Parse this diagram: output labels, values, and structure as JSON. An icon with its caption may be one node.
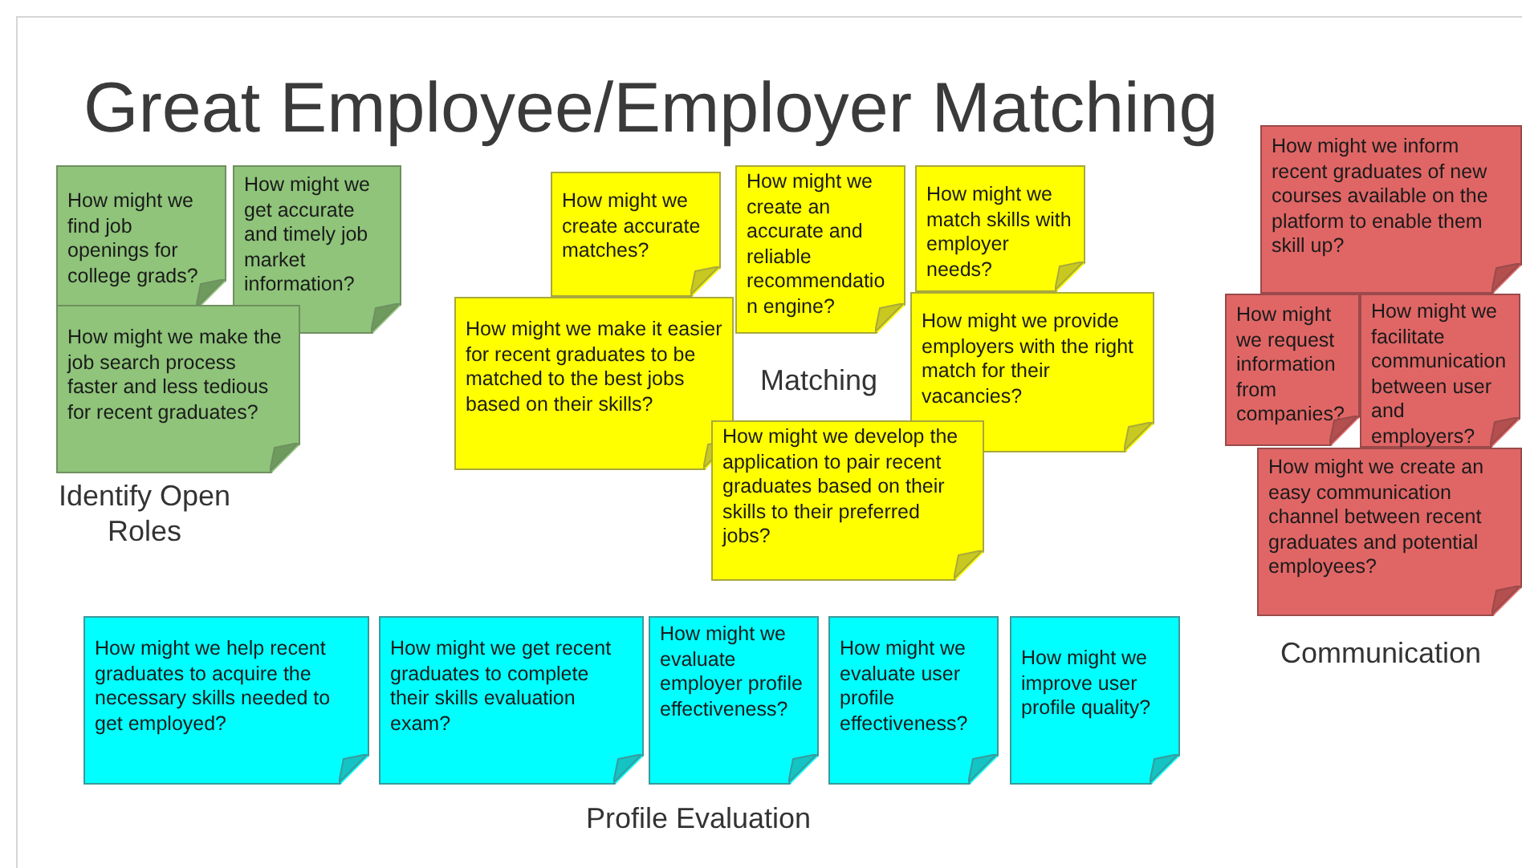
{
  "diagram": {
    "title": "Great Employee/Employer Matching",
    "nodes": [
      {
        "text": [
          "How might we find job openings for college grads?"
        ]
      },
      {
        "text": [
          "How might we get accurate and timely job market information?"
        ]
      },
      {
        "text": [
          "How might we make the job search process faster and less tedious for recent graduates?"
        ]
      },
      {
        "text": [
          "How might we create accurate matches?"
        ]
      },
      {
        "text": [
          "How might we create an accurate and reliable recommendation engine?"
        ]
      },
      {
        "text": [
          "How might we match skills with employer needs?"
        ]
      },
      {
        "text": [
          "How might we make it easier for recent graduates to be matched to the best jobs based on their skills?"
        ]
      },
      {
        "text": [
          "How might we provide employers with the right match for their vacancies?"
        ]
      },
      {
        "text": [
          "How might we develop the application to pair recent graduates based on their skills to their preferred jobs?"
        ]
      },
      {
        "text": [
          "How might we inform recent graduates of new courses available on the platform to enable them skill up?"
        ]
      },
      {
        "text": [
          "How might we request information from companies?"
        ]
      },
      {
        "text": [
          "How might we facilitate communication between user and employers?"
        ]
      },
      {
        "text": [
          "How might we create an easy communication channel between recent graduates and potential employees?"
        ]
      },
      {
        "text": [
          "How might we help recent graduates to acquire the necessary skills needed to get employed?"
        ]
      },
      {
        "text": [
          "How might we get recent graduates to complete their skills evaluation exam?"
        ]
      },
      {
        "text": [
          "How might we evaluate employer profile effectiveness?"
        ]
      },
      {
        "text": [
          "How might we evaluate  user profile effectiveness?"
        ]
      },
      {
        "text": [
          "How might we improve user profile quality?"
        ]
      }
    ],
    "labels": [
      "Matching",
      "Identify Open Roles",
      "Communication",
      "Profile Evaluation"
    ]
  }
}
